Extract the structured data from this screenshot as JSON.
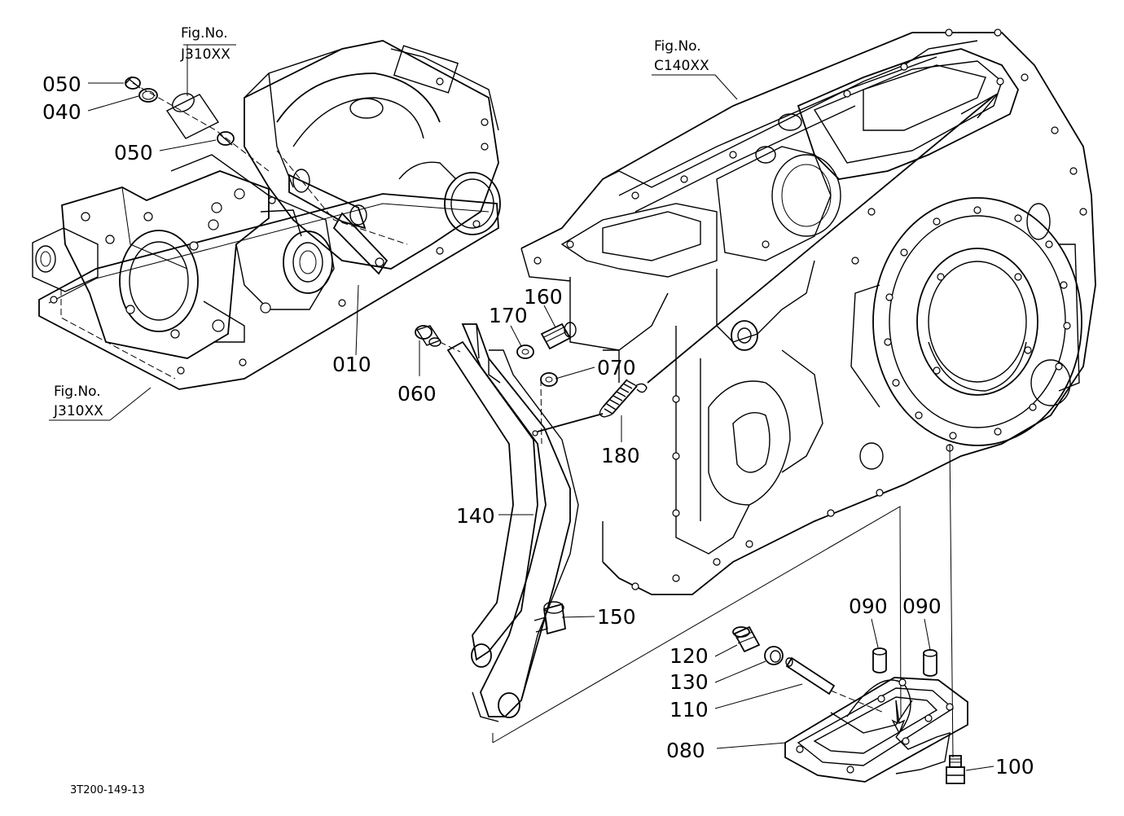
{
  "fig_refs": [
    {
      "label": "Fig.No.",
      "code": "J310XX"
    },
    {
      "label": "Fig.No.",
      "code": "C140XX"
    },
    {
      "label": "Fig.No.",
      "code": "J310XX"
    }
  ],
  "parts": {
    "p050a": "050",
    "p040": "040",
    "p050b": "050",
    "p010": "010",
    "p060": "060",
    "p170": "170",
    "p160": "160",
    "p070": "070",
    "p180": "180",
    "p140": "140",
    "p150": "150",
    "p120": "120",
    "p130": "130",
    "p110": "110",
    "p080": "080",
    "p090a": "090",
    "p090b": "090",
    "p100": "100"
  },
  "drawing_code": "3T200-149-13"
}
